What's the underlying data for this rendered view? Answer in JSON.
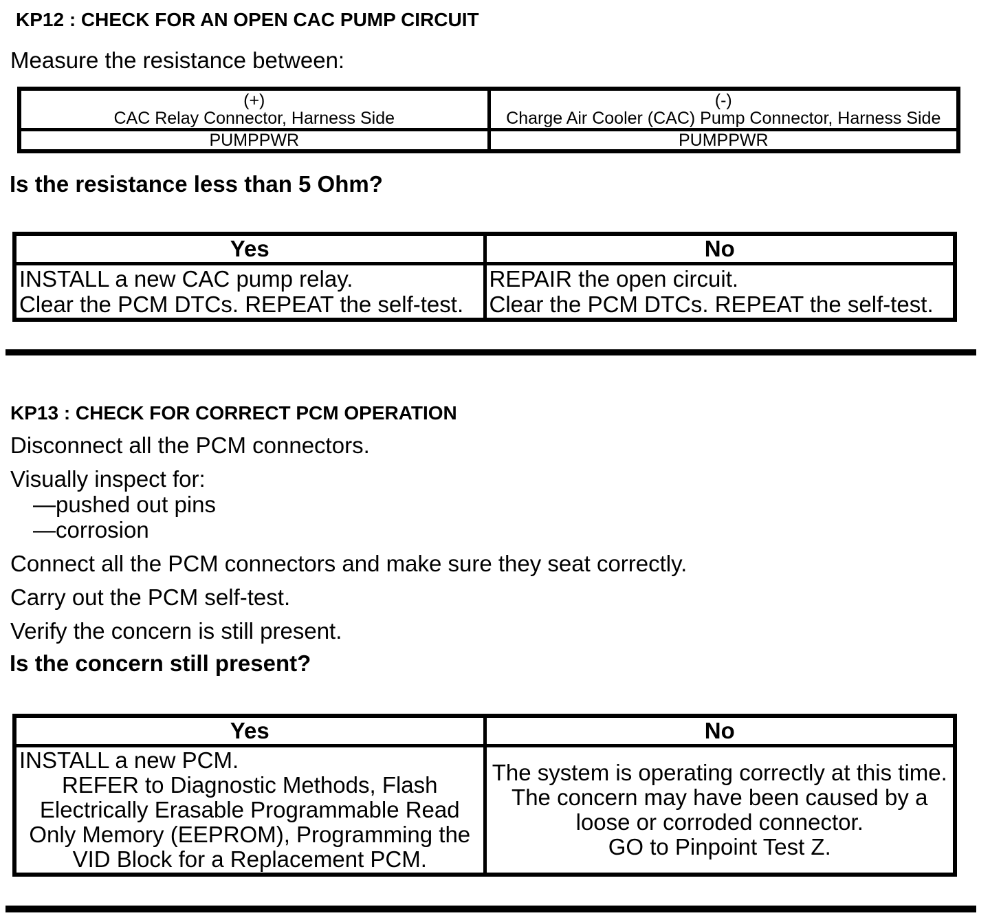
{
  "page": {
    "background": "#ffffff",
    "text_color": "#000000",
    "border_color": "#000000"
  },
  "kp12": {
    "heading": "KP12 : CHECK FOR AN OPEN CAC PUMP CIRCUIT",
    "instruction": "Measure the resistance between:",
    "measurement_table": {
      "positive": {
        "polarity": "(+)",
        "connector": "CAC Relay Connector, Harness Side",
        "pin": "PUMPPWR"
      },
      "negative": {
        "polarity": "(-)",
        "connector": "Charge Air Cooler (CAC) Pump Connector, Harness Side",
        "pin": "PUMPPWR"
      }
    },
    "question": "Is the resistance less than 5 Ohm?",
    "decision_table": {
      "yes_header": "Yes",
      "no_header": "No",
      "yes_lines": [
        "INSTALL a new CAC pump relay.",
        "Clear the PCM DTCs. REPEAT the self-test."
      ],
      "no_lines": [
        "REPAIR the open circuit.",
        "Clear the PCM DTCs. REPEAT the self-test."
      ]
    }
  },
  "kp13": {
    "heading": "KP13 : CHECK FOR CORRECT PCM OPERATION",
    "step_disconnect": "Disconnect all the PCM connectors.",
    "step_inspect": "Visually inspect for:",
    "inspect_items": [
      "—pushed out pins",
      "—corrosion"
    ],
    "step_connect": "Connect all the PCM connectors and make sure they seat correctly.",
    "step_selftest": "Carry out the PCM self-test.",
    "step_verify": "Verify the concern is still present.",
    "question": "Is the concern still present?",
    "decision_table": {
      "yes_header": "Yes",
      "no_header": "No",
      "yes_lines": [
        "INSTALL a new PCM.",
        "REFER to Diagnostic Methods, Flash",
        "Electrically Erasable Programmable Read",
        "Only Memory (EEPROM), Programming the",
        "VID Block for a Replacement PCM."
      ],
      "no_lines": [
        "The system is operating correctly at this time.",
        "The concern may have been caused by a",
        "loose or corroded connector.",
        "GO to Pinpoint Test Z."
      ]
    }
  }
}
